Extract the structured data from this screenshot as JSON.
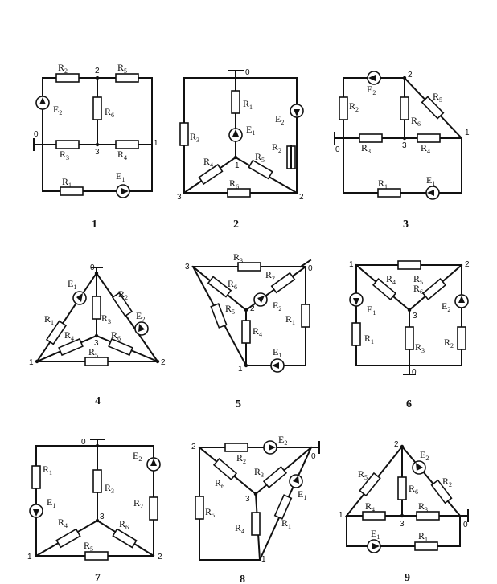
{
  "diagrams": [
    {
      "number": "1",
      "resistors": {
        "R2": "2",
        "R5": "5",
        "R6": "6",
        "R3": "3",
        "R4": "4",
        "R1": "1"
      },
      "sources": {
        "E1": "1",
        "E2": "2"
      },
      "nodes": [
        "2",
        "0",
        "3",
        "1"
      ]
    },
    {
      "number": "2",
      "resistors": {
        "R1": "1",
        "R3": "3",
        "R2": "2",
        "R4": "4",
        "R5": "5",
        "R6": "6"
      },
      "sources": {
        "E1": "1",
        "E2": "2"
      },
      "nodes": [
        "0",
        "1",
        "3",
        "2"
      ]
    },
    {
      "number": "3",
      "resistors": {
        "R2": "2",
        "R5": "5",
        "R6": "6",
        "R3": "3",
        "R4": "4",
        "R1": "1"
      },
      "sources": {
        "E1": "1",
        "E2": "2"
      },
      "nodes": [
        "2",
        "1",
        "0",
        "3"
      ]
    },
    {
      "number": "4",
      "resistors": {
        "R1": "1",
        "R2": "2",
        "R3": "3",
        "R4": "4",
        "R5": "5",
        "R6": "6"
      },
      "sources": {
        "E1": "1",
        "E2": "2"
      },
      "nodes": [
        "0",
        "3",
        "1",
        "2"
      ]
    },
    {
      "number": "5",
      "resistors": {
        "R3": "3",
        "R6": "6",
        "R2": "2",
        "R5": "5",
        "R1": "1",
        "R4": "4"
      },
      "sources": {
        "E1": "1",
        "E2": "2"
      },
      "nodes": [
        "3",
        "0",
        "2",
        "1"
      ]
    },
    {
      "number": "6",
      "resistors": {
        "R5": "5",
        "R4": "4",
        "R6": "6",
        "R1": "1",
        "R3": "3",
        "R2": "2"
      },
      "sources": {
        "E1": "1",
        "E2": "2"
      },
      "nodes": [
        "1",
        "2",
        "3",
        "0"
      ]
    },
    {
      "number": "7",
      "resistors": {
        "R1": "1",
        "R3": "3",
        "R2": "2",
        "R4": "4",
        "R6": "6",
        "R5": "5"
      },
      "sources": {
        "E1": "1",
        "E2": "2"
      },
      "nodes": [
        "0",
        "3",
        "1",
        "2"
      ]
    },
    {
      "number": "8",
      "resistors": {
        "R2": "2",
        "R3": "3",
        "R6": "6",
        "R5": "5",
        "R4": "4",
        "R1": "1"
      },
      "sources": {
        "E2": "2",
        "E1": "1"
      },
      "nodes": [
        "2",
        "0",
        "3",
        "1"
      ]
    },
    {
      "number": "9",
      "resistors": {
        "R5": "5",
        "R2": "2",
        "R6": "6",
        "R4": "4",
        "R3": "3",
        "R1": "1"
      },
      "sources": {
        "E2": "2",
        "E1": "1"
      },
      "nodes": [
        "2",
        "1",
        "3",
        "0"
      ]
    }
  ],
  "symbols": {
    "resistor_letter": "R",
    "source_letter": "E"
  },
  "colors": {
    "ink": "#111111",
    "paper": "#ffffff"
  }
}
